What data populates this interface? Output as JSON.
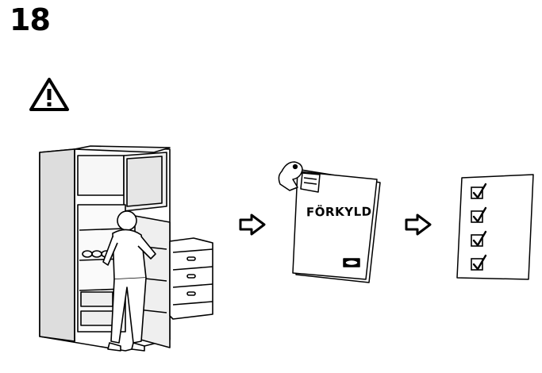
{
  "step": {
    "number": "18"
  },
  "warning": {
    "icon": "warning-triangle-icon"
  },
  "manual": {
    "title": "FÖRKYLD",
    "logo": "IKEA"
  },
  "checklist": {
    "items": 4
  },
  "arrows": [
    "arrow-right-icon",
    "arrow-right-icon"
  ]
}
